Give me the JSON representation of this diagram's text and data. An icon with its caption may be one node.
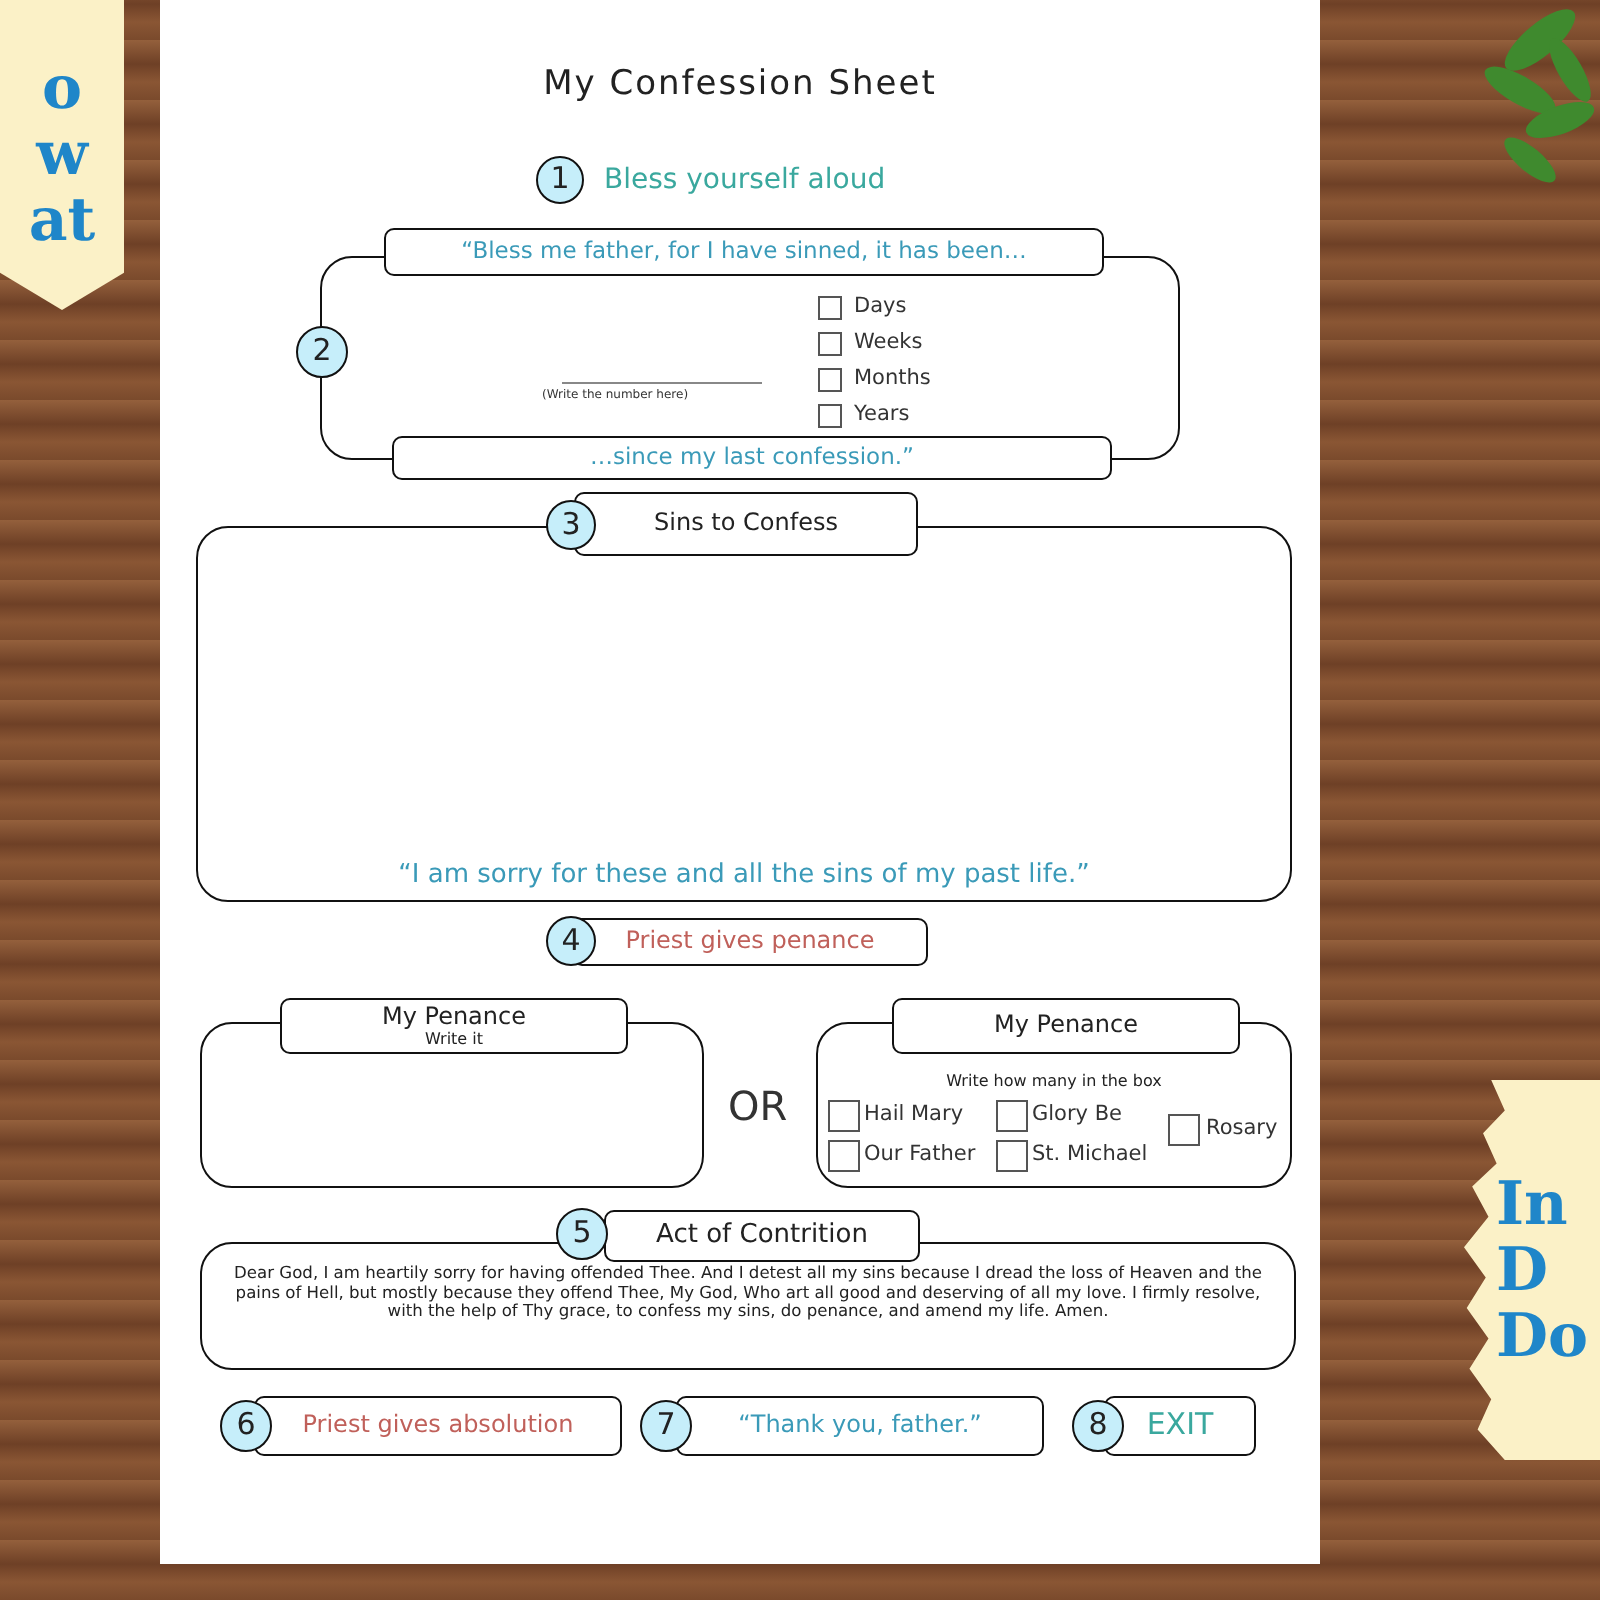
{
  "diagram": {
    "title": "My Confession Sheet",
    "nodes": [
      {
        "text": [
          "1"
        ],
        "beside": [
          "Bless yourself aloud"
        ]
      },
      {
        "text": [],
        "shape": "box"
      },
      {
        "text": [
          "2"
        ]
      },
      {
        "text": [
          "“Bless me father, for I have sinned, it has been…"
        ]
      },
      {
        "text": [],
        "shape": "box",
        "in": 1,
        "beside": [
          "Days"
        ]
      },
      {
        "text": [],
        "shape": "box",
        "in": 1,
        "beside": [
          "Weeks"
        ]
      },
      {
        "text": [],
        "shape": "box",
        "in": 1,
        "beside": [
          "Months"
        ]
      },
      {
        "text": [],
        "shape": "box",
        "in": 1,
        "beside": [
          "Years"
        ]
      },
      {
        "text": [
          "…since my last confession.”"
        ]
      },
      {
        "text": [
          "3"
        ]
      },
      {
        "text": [
          "Sins to Confess"
        ]
      },
      {
        "text": [
          "“I am sorry for these and all the sins of my past life.”"
        ]
      },
      {
        "text": [
          "4"
        ]
      },
      {
        "text": [
          "Priest gives penance"
        ]
      },
      {
        "text": [],
        "shape": "box"
      },
      {
        "text": [
          "My Penance",
          "Write it"
        ]
      },
      {
        "text": [
          "Write how many in the box"
        ]
      },
      {
        "text": [
          "My Penance"
        ]
      },
      {
        "text": [],
        "shape": "box",
        "in": 16,
        "beside": [
          "Hail Mary"
        ]
      },
      {
        "text": [],
        "shape": "box",
        "in": 16,
        "beside": [
          "Glory Be"
        ]
      },
      {
        "text": [],
        "shape": "box",
        "in": 16,
        "beside": [
          "Rosary"
        ]
      },
      {
        "text": [],
        "shape": "box",
        "in": 16,
        "beside": [
          "Our Father"
        ]
      },
      {
        "text": [],
        "shape": "box",
        "in": 16,
        "beside": [
          "St. Michael"
        ]
      },
      {
        "text": [
          "5"
        ]
      },
      {
        "text": [
          "Act of Contrition"
        ]
      },
      {
        "text": [
          "Dear God, I am heartily sorry for having offended Thee. And I detest all my sins because I dread the loss of Heaven and the pains of Hell, but mostly because they offend Thee, My God, Who art all good and deserving of all my love. I firmly resolve, with the help of Thy grace, to confess my sins, do penance, and amend my life. Amen."
        ]
      },
      {
        "text": [
          "6"
        ]
      },
      {
        "text": [
          "Priest gives absolution"
        ]
      },
      {
        "text": [
          "7"
        ]
      },
      {
        "text": [
          "“Thank you, father.”"
        ]
      },
      {
        "text": [
          "8"
        ]
      },
      {
        "text": [
          "EXIT"
        ]
      },
      {
        "text": [
          "o w at"
        ]
      },
      {
        "text": [
          "In D Do"
        ]
      }
    ],
    "labels": [
      "(Write the number here)",
      "OR"
    ]
  }
}
